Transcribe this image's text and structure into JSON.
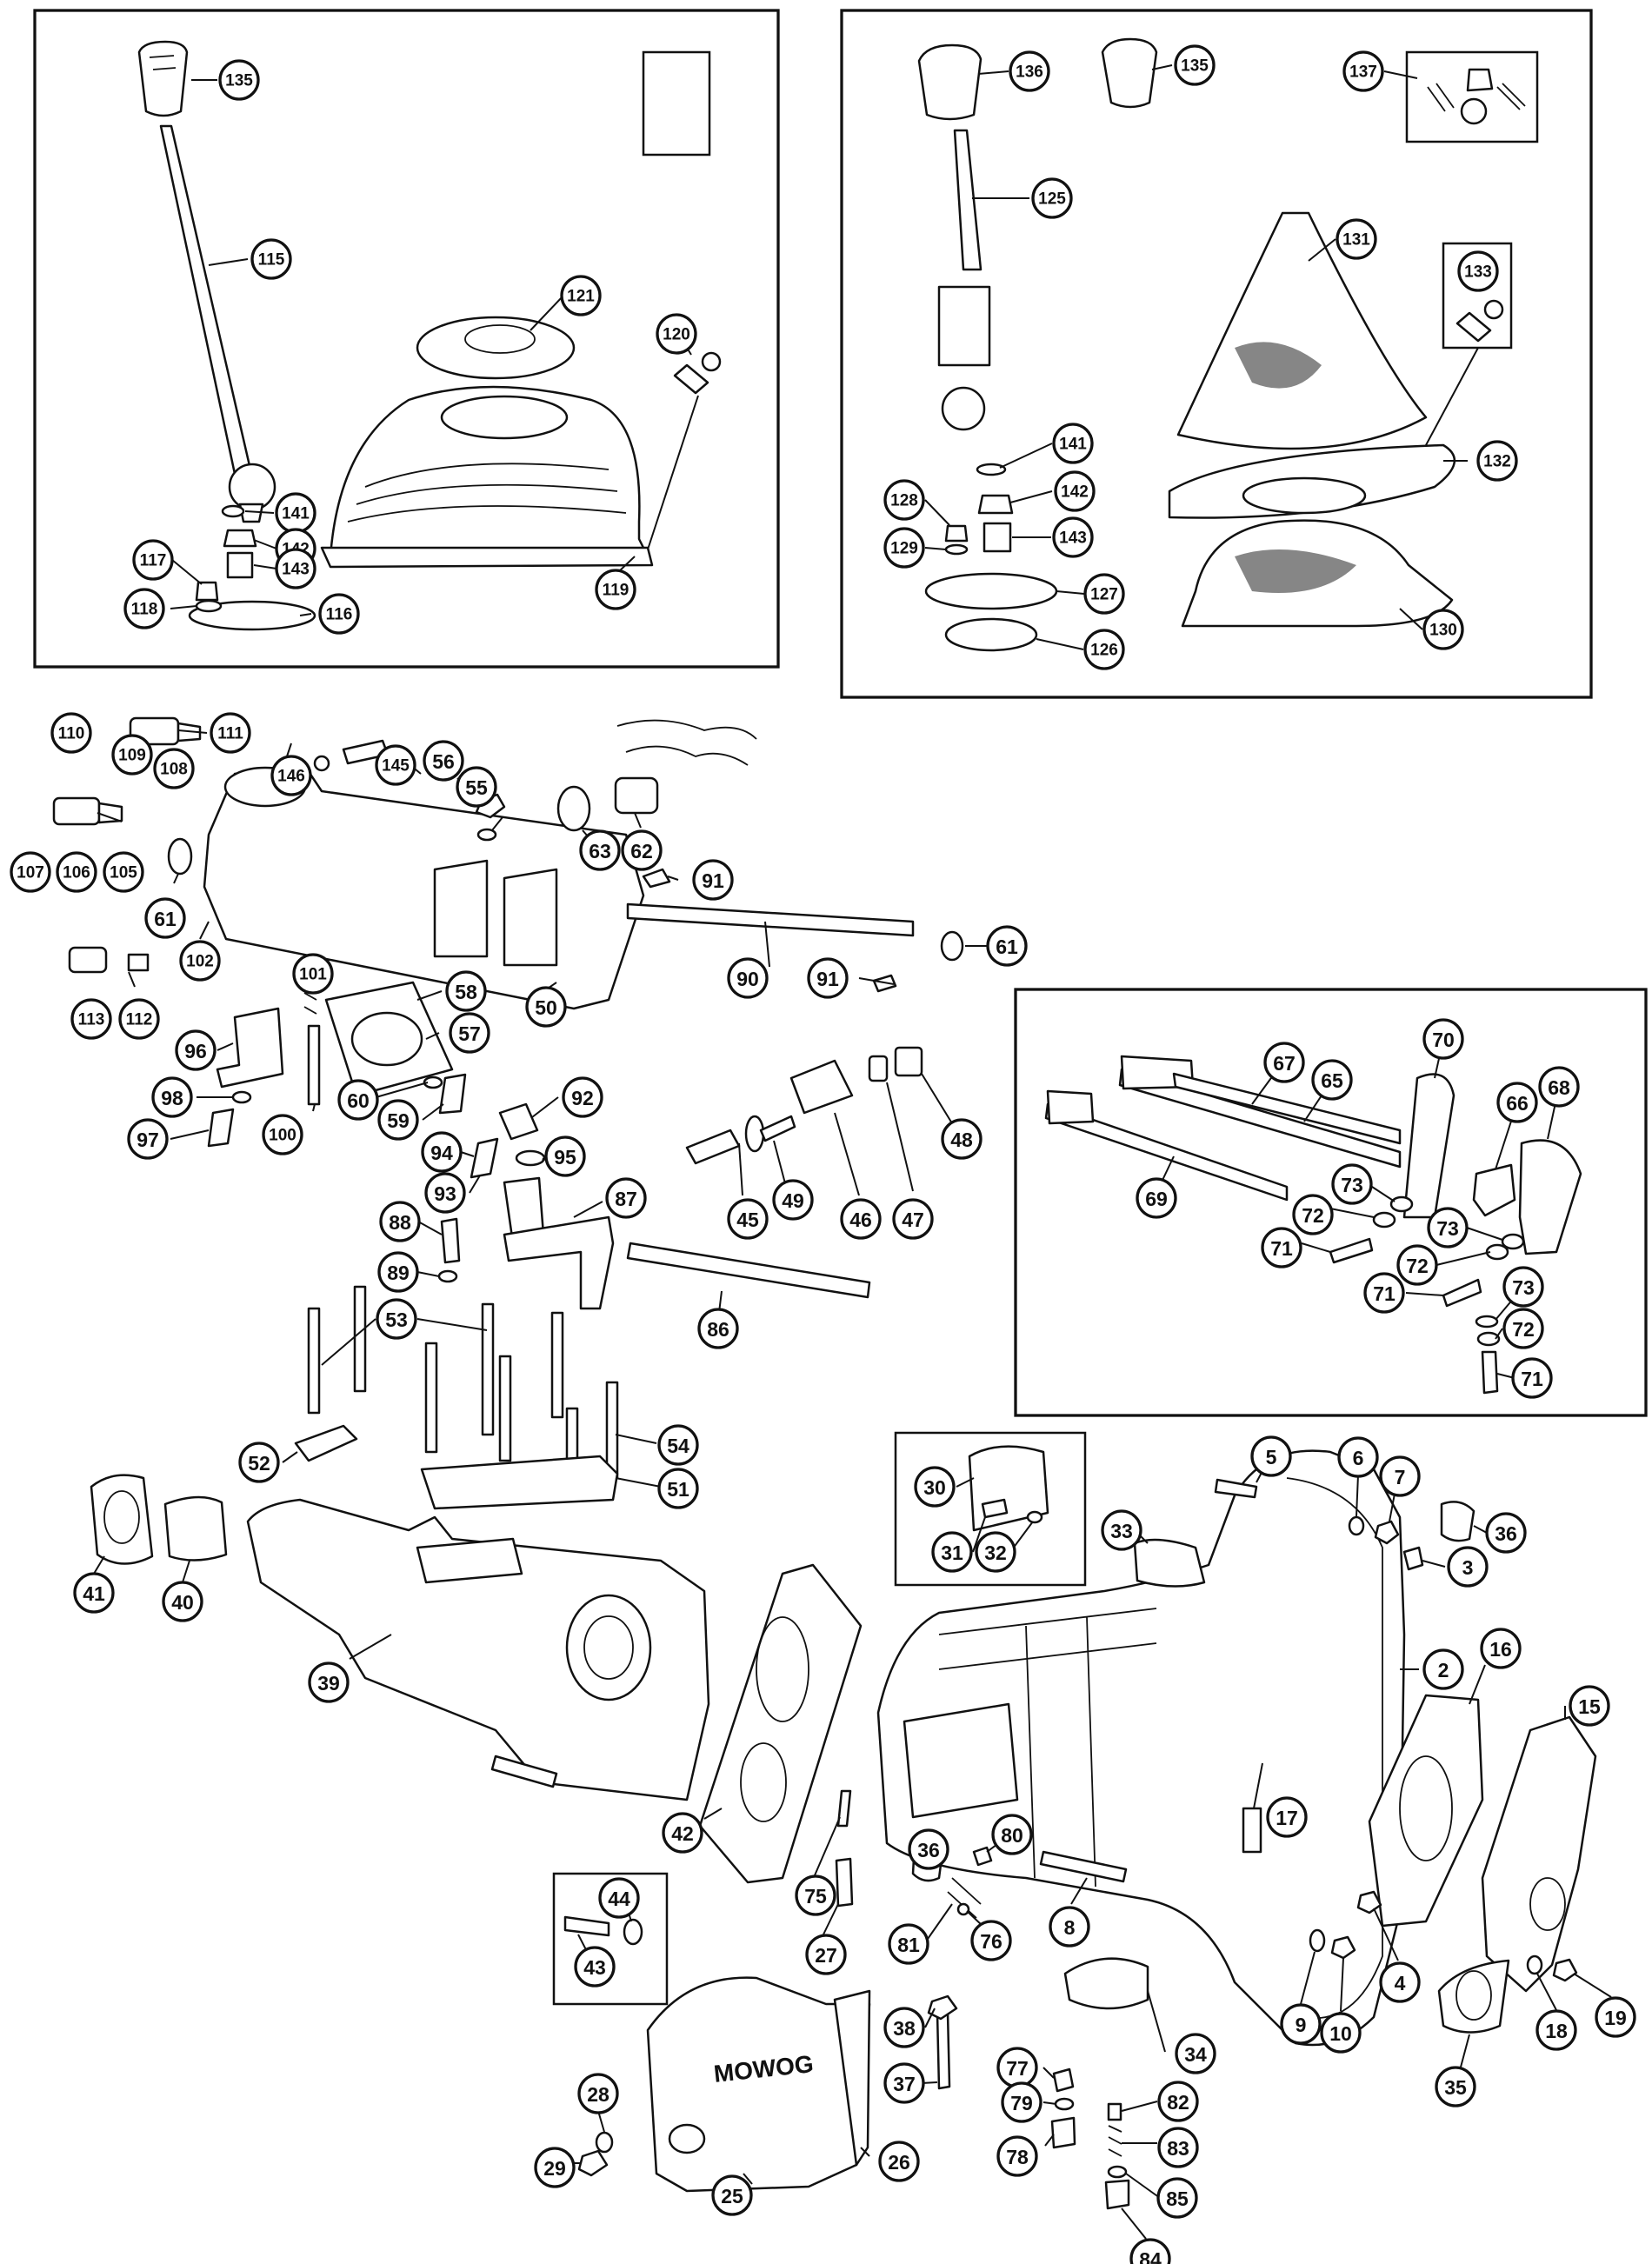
{
  "diagram": {
    "stamp_text": "MOWOG",
    "callouts": [
      {
        "label": "135"
      },
      {
        "label": "115"
      },
      {
        "label": "121"
      },
      {
        "label": "120"
      },
      {
        "label": "141"
      },
      {
        "label": "142"
      },
      {
        "label": "143"
      },
      {
        "label": "117"
      },
      {
        "label": "118"
      },
      {
        "label": "116"
      },
      {
        "label": "119"
      },
      {
        "label": "136"
      },
      {
        "label": "135"
      },
      {
        "label": "137"
      },
      {
        "label": "125"
      },
      {
        "label": "131"
      },
      {
        "label": "133"
      },
      {
        "label": "141"
      },
      {
        "label": "142"
      },
      {
        "label": "128"
      },
      {
        "label": "129"
      },
      {
        "label": "143"
      },
      {
        "label": "132"
      },
      {
        "label": "127"
      },
      {
        "label": "126"
      },
      {
        "label": "130"
      },
      {
        "label": "111"
      },
      {
        "label": "110"
      },
      {
        "label": "109"
      },
      {
        "label": "108"
      },
      {
        "label": "146"
      },
      {
        "label": "145"
      },
      {
        "label": "56"
      },
      {
        "label": "55"
      },
      {
        "label": "107"
      },
      {
        "label": "106"
      },
      {
        "label": "105"
      },
      {
        "label": "61"
      },
      {
        "label": "102"
      },
      {
        "label": "63"
      },
      {
        "label": "62"
      },
      {
        "label": "91"
      },
      {
        "label": "90"
      },
      {
        "label": "91"
      },
      {
        "label": "61"
      },
      {
        "label": "113"
      },
      {
        "label": "112"
      },
      {
        "label": "101"
      },
      {
        "label": "58"
      },
      {
        "label": "50"
      },
      {
        "label": "96"
      },
      {
        "label": "57"
      },
      {
        "label": "98"
      },
      {
        "label": "97"
      },
      {
        "label": "100"
      },
      {
        "label": "60"
      },
      {
        "label": "59"
      },
      {
        "label": "92"
      },
      {
        "label": "94"
      },
      {
        "label": "93"
      },
      {
        "label": "95"
      },
      {
        "label": "45"
      },
      {
        "label": "49"
      },
      {
        "label": "46"
      },
      {
        "label": "47"
      },
      {
        "label": "48"
      },
      {
        "label": "88"
      },
      {
        "label": "87"
      },
      {
        "label": "89"
      },
      {
        "label": "86"
      },
      {
        "label": "53"
      },
      {
        "label": "52"
      },
      {
        "label": "54"
      },
      {
        "label": "51"
      },
      {
        "label": "70"
      },
      {
        "label": "67"
      },
      {
        "label": "65"
      },
      {
        "label": "66"
      },
      {
        "label": "68"
      },
      {
        "label": "69"
      },
      {
        "label": "73"
      },
      {
        "label": "72"
      },
      {
        "label": "73"
      },
      {
        "label": "71"
      },
      {
        "label": "72"
      },
      {
        "label": "73"
      },
      {
        "label": "71"
      },
      {
        "label": "72"
      },
      {
        "label": "71"
      },
      {
        "label": "41"
      },
      {
        "label": "40"
      },
      {
        "label": "39"
      },
      {
        "label": "42"
      },
      {
        "label": "44"
      },
      {
        "label": "43"
      },
      {
        "label": "30"
      },
      {
        "label": "31"
      },
      {
        "label": "32"
      },
      {
        "label": "33"
      },
      {
        "label": "5"
      },
      {
        "label": "6"
      },
      {
        "label": "7"
      },
      {
        "label": "36"
      },
      {
        "label": "3"
      },
      {
        "label": "2"
      },
      {
        "label": "16"
      },
      {
        "label": "15"
      },
      {
        "label": "17"
      },
      {
        "label": "75"
      },
      {
        "label": "27"
      },
      {
        "label": "36"
      },
      {
        "label": "80"
      },
      {
        "label": "81"
      },
      {
        "label": "76"
      },
      {
        "label": "8"
      },
      {
        "label": "9"
      },
      {
        "label": "10"
      },
      {
        "label": "4"
      },
      {
        "label": "18"
      },
      {
        "label": "19"
      },
      {
        "label": "35"
      },
      {
        "label": "38"
      },
      {
        "label": "34"
      },
      {
        "label": "77"
      },
      {
        "label": "79"
      },
      {
        "label": "37"
      },
      {
        "label": "78"
      },
      {
        "label": "82"
      },
      {
        "label": "83"
      },
      {
        "label": "85"
      },
      {
        "label": "84"
      },
      {
        "label": "29"
      },
      {
        "label": "28"
      },
      {
        "label": "25"
      },
      {
        "label": "26"
      }
    ]
  }
}
